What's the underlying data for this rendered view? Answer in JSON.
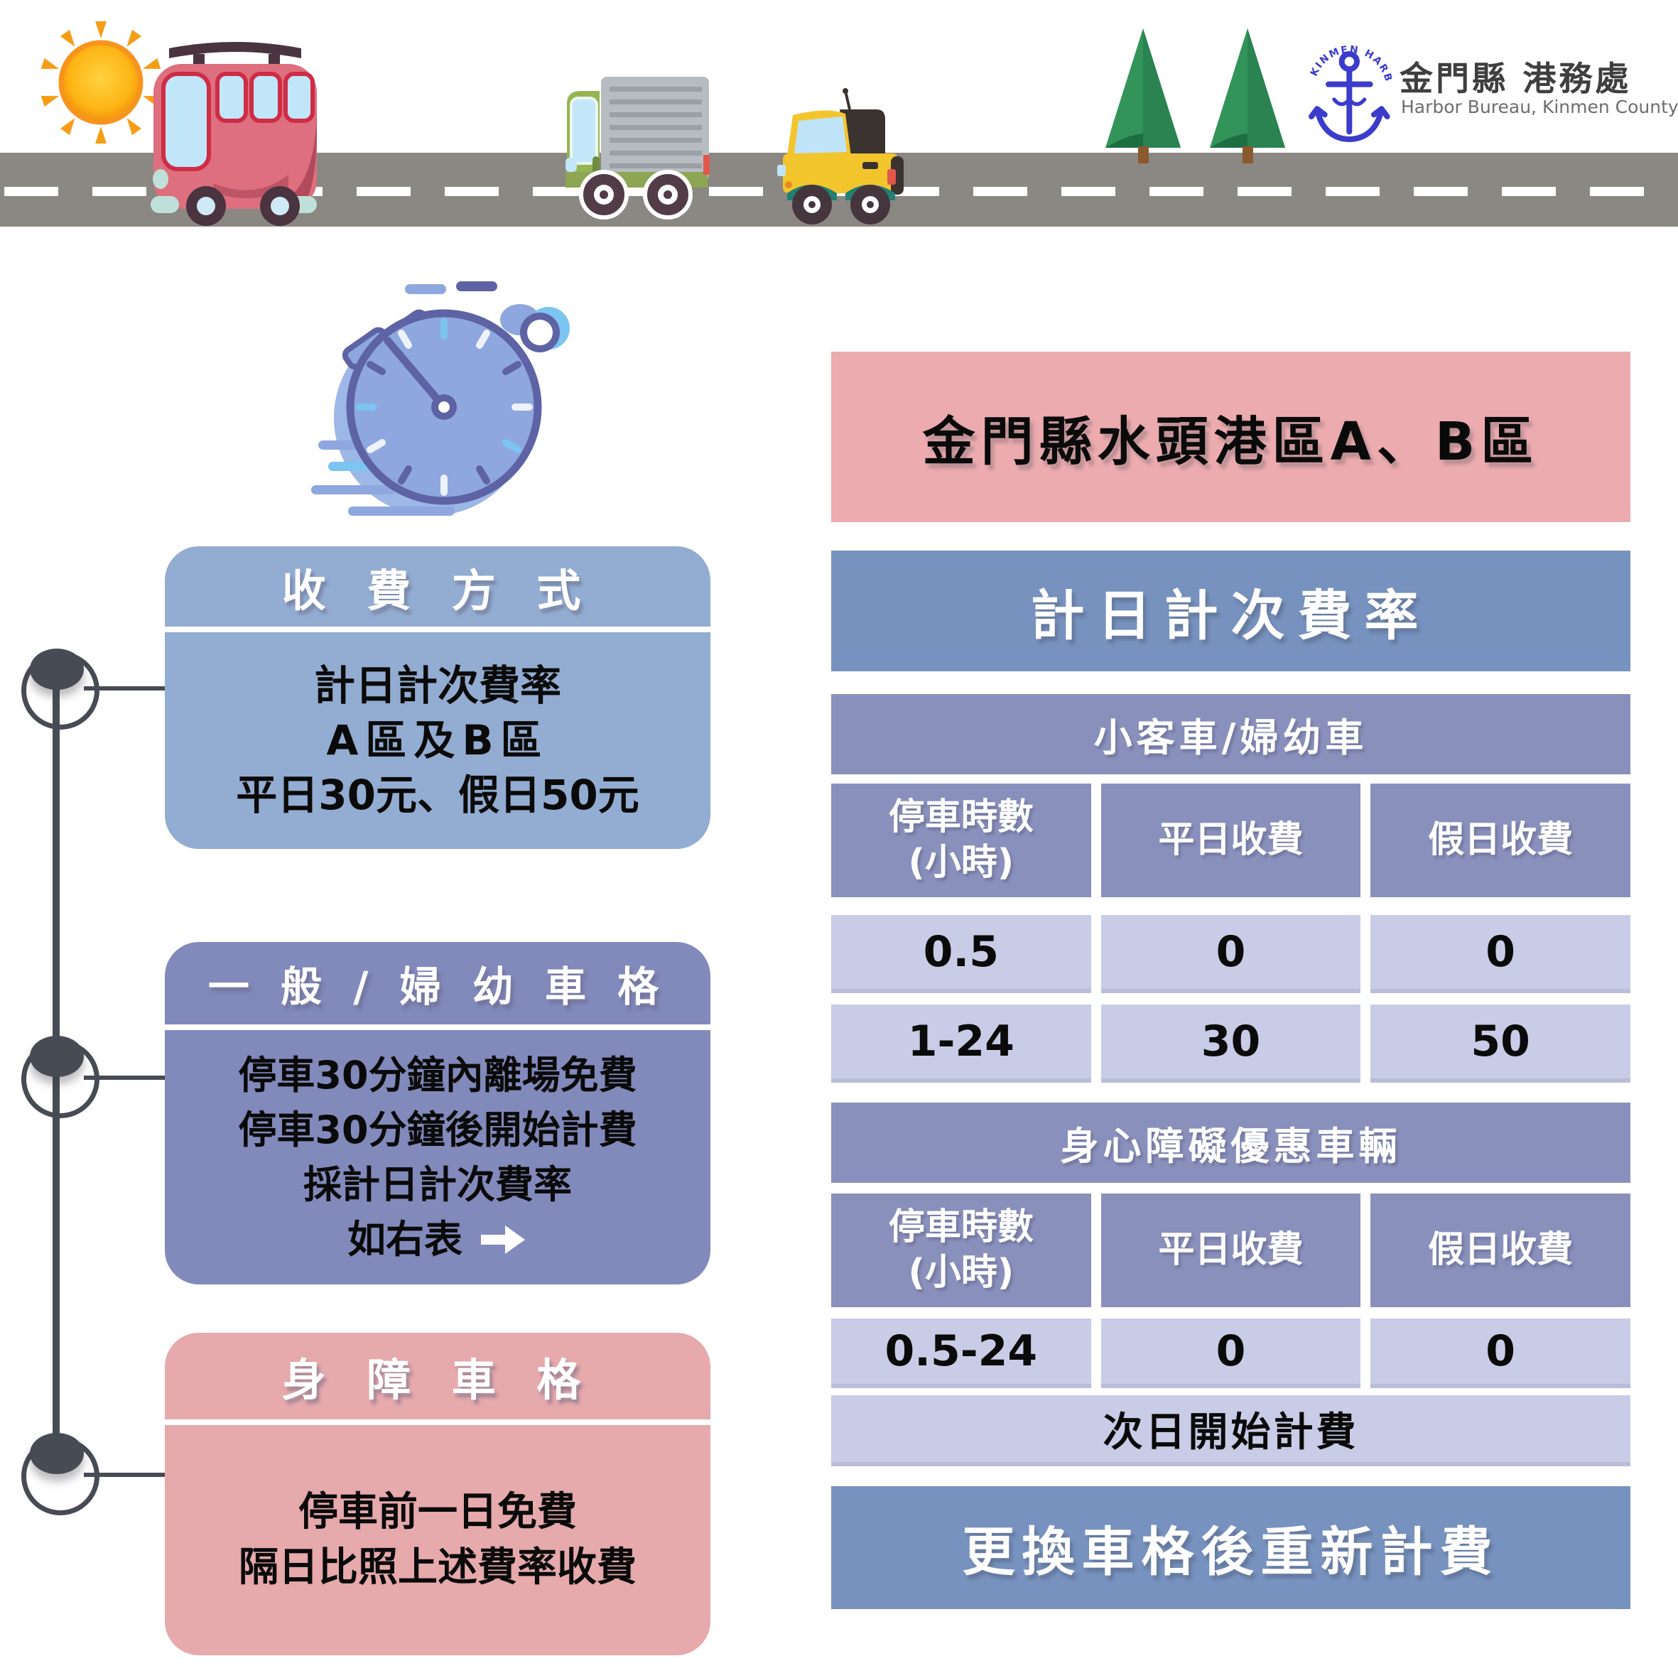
{
  "logo": {
    "arc_text": "KINMEN HARBOR",
    "name_zh": "金門縣 港務處",
    "name_en": "Harbor Bureau, Kinmen County"
  },
  "left_panel": {
    "fee_method_box": {
      "title": "收 費 方 式",
      "line1": "計日計次費率",
      "line2": "A區及B區",
      "line3": "平日30元、假日50元"
    },
    "general_box": {
      "title": "一 般 / 婦 幼 車 格",
      "line1": "停車30分鐘內離場免費",
      "line2": "停車30分鐘後開始計費",
      "line3": "採計日計次費率",
      "line4": "如右表"
    },
    "disabled_box": {
      "title": "身 障 車 格",
      "line1": "停車前一日免費",
      "line2": "隔日比照上述費率收費"
    }
  },
  "right_panel": {
    "region_title": "金門縣水頭港區A、B區",
    "daily_rate_title": "計日計次費率",
    "table1": {
      "title": "小客車/婦幼車",
      "col1_line1": "停車時數",
      "col1_line2": "(小時)",
      "col2": "平日收費",
      "col3": "假日收費",
      "rows": [
        [
          "0.5",
          "0",
          "0"
        ],
        [
          "1-24",
          "30",
          "50"
        ]
      ]
    },
    "table2": {
      "title": "身心障礙優惠車輛",
      "col1_line1": "停車時數",
      "col1_line2": "(小時)",
      "col2": "平日收費",
      "col3": "假日收費",
      "rows": [
        [
          "0.5-24",
          "0",
          "0"
        ]
      ],
      "note": "次日開始計費"
    },
    "footer": "更換車格後重新計費"
  },
  "colors": {
    "box_blue": "#93acd1",
    "box_purple": "#8289bb",
    "box_pink": "#e6a9ac",
    "banner_pink": "#ecabaf",
    "banner_blue": "#7792be",
    "table_header_purple": "#8a90bc",
    "table_row_lavender": "#c9cce6",
    "road_gray": "#8b8783",
    "timeline_dark": "#474b54",
    "logo_blue": "#3c3ccc"
  }
}
